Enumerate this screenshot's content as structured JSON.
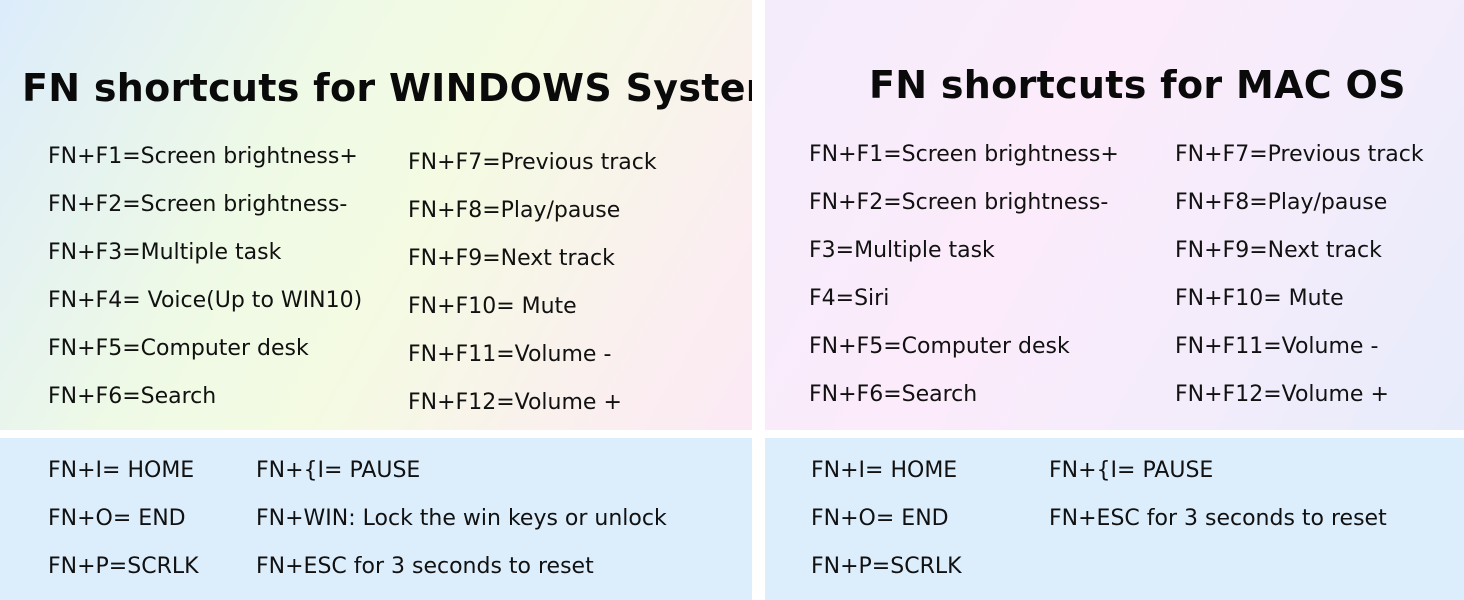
{
  "windows": {
    "title": "FN shortcuts for WINDOWS System",
    "left_column": [
      "FN+F1=Screen brightness+",
      "FN+F2=Screen brightness-",
      "FN+F3=Multiple task",
      "FN+F4= Voice(Up to WIN10)",
      "FN+F5=Computer desk",
      "FN+F6=Search"
    ],
    "right_column": [
      "FN+F7=Previous track",
      "FN+F8=Play/pause",
      "FN+F9=Next track",
      "FN+F10= Mute",
      "FN+F11=Volume -",
      "FN+F12=Volume +"
    ],
    "bottom_left": [
      "FN+I= HOME",
      "FN+O= END",
      "FN+P=SCRLK"
    ],
    "bottom_right": [
      "FN+{I= PAUSE",
      "FN+WIN: Lock the win keys or unlock",
      "FN+ESC for 3 seconds to reset"
    ]
  },
  "mac": {
    "title": "FN shortcuts for MAC OS",
    "left_column": [
      "FN+F1=Screen brightness+",
      "FN+F2=Screen brightness-",
      "F3=Multiple task",
      "F4=Siri",
      "FN+F5=Computer desk",
      "FN+F6=Search"
    ],
    "right_column": [
      "FN+F7=Previous track",
      "FN+F8=Play/pause",
      "FN+F9=Next track",
      "FN+F10= Mute",
      "FN+F11=Volume -",
      "FN+F12=Volume +"
    ],
    "bottom_left": [
      "FN+I= HOME",
      "FN+O= END",
      "FN+P=SCRLK"
    ],
    "bottom_right": [
      "FN+{I= PAUSE",
      "FN+ESC for 3 seconds to reset"
    ]
  }
}
